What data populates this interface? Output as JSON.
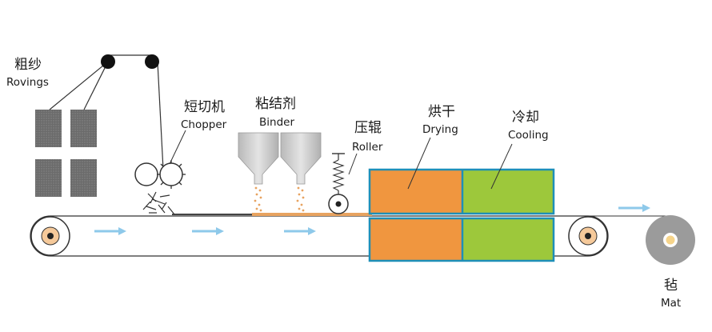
{
  "labels": {
    "rovings_cn": "粗纱",
    "rovings_en": "Rovings",
    "chopper_cn": "短切机",
    "chopper_en": "Chopper",
    "binder_cn": "粘结剂",
    "binder_en": "Binder",
    "roller_cn": "压辊",
    "roller_en": "Roller",
    "drying_cn": "烘干",
    "drying_en": "Drying",
    "cooling_cn": "冷却",
    "cooling_en": "Cooling",
    "mat_cn": "毡",
    "mat_en": "Mat"
  },
  "colors": {
    "drying": "#f0963f",
    "cooling": "#9dc83b",
    "oven_border": "#1e8fb8",
    "arrow": "#8ec9ea",
    "roving_block": "#6e6e6e",
    "hopper": "#c8c8c8",
    "pulley_center": "#f5c99a",
    "mat_roll": "#9b9b9b",
    "fiber_layer": "#e8a360"
  }
}
